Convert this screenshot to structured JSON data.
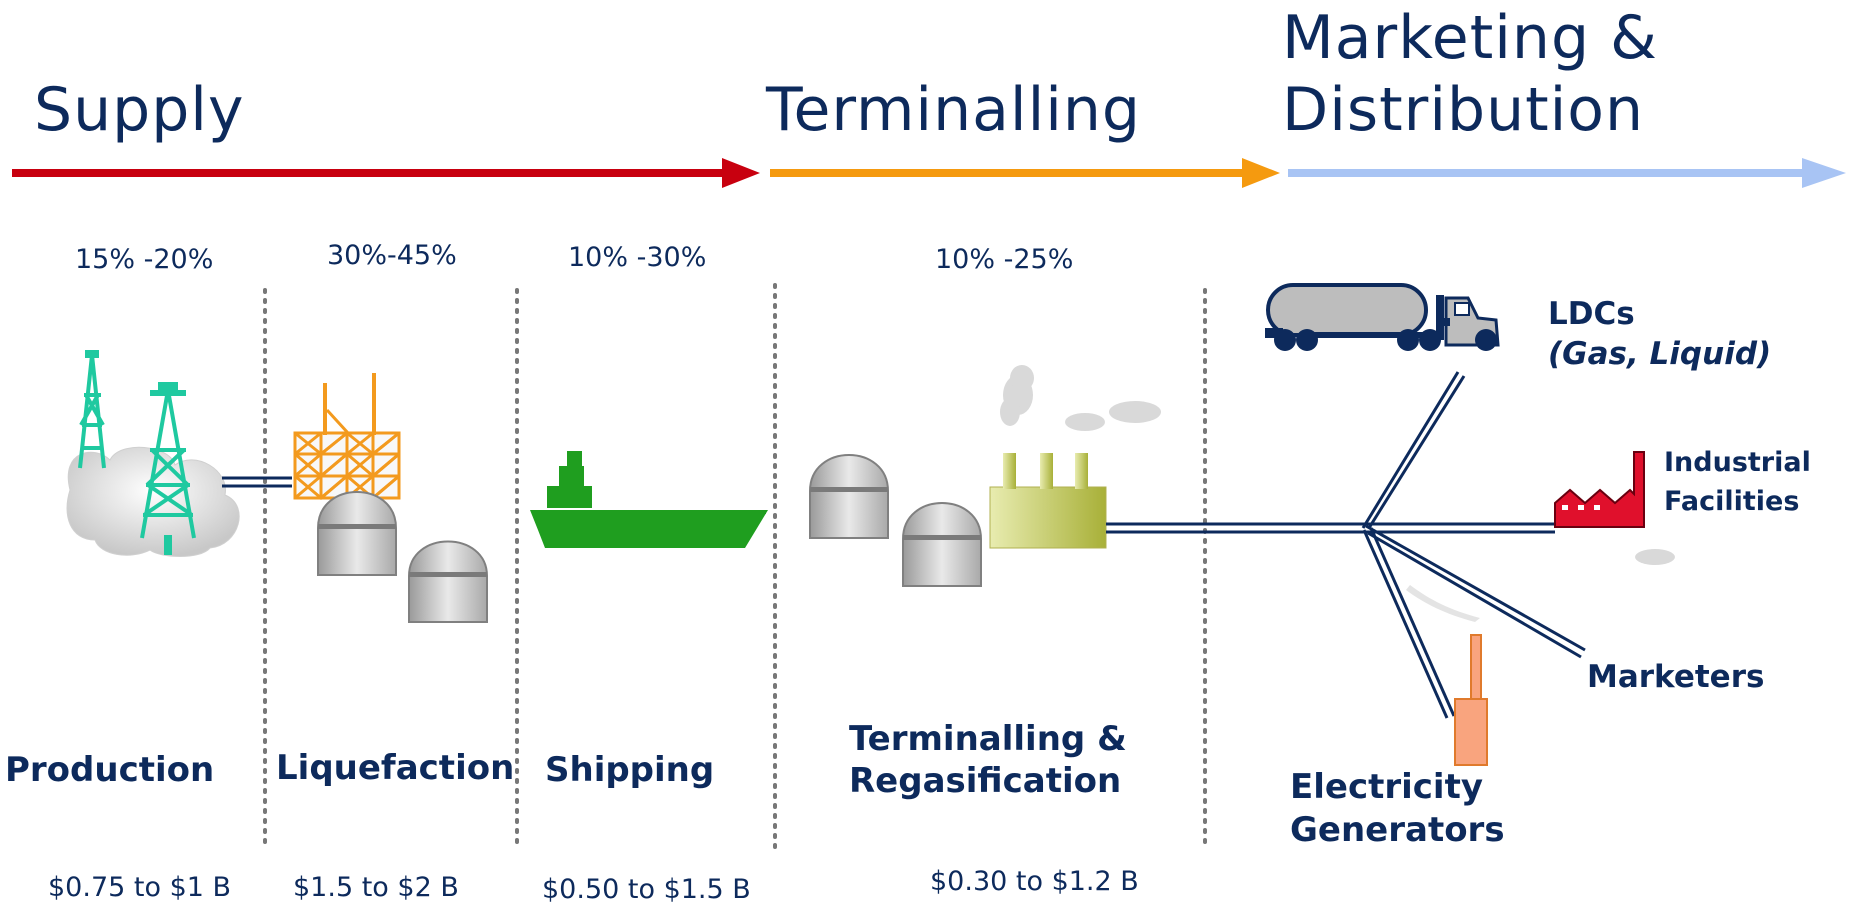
{
  "phases": {
    "supply": "Supply",
    "terminalling": "Terminalling",
    "marketing_line1": "Marketing &",
    "marketing_line2": "Distribution"
  },
  "percentages": {
    "production": "15% -20%",
    "liquefaction": "30%-45%",
    "shipping": "10% -30%",
    "terminalling": "10% -25%"
  },
  "stages": {
    "production": "Production",
    "liquefaction": "Liquefaction",
    "shipping": "Shipping",
    "terminalling_line1": "Terminalling &",
    "terminalling_line2": "Regasification"
  },
  "costs": {
    "production": "$0.75 to $1 B",
    "liquefaction": "$1.5 to $2 B",
    "shipping": "$0.50 to $1.5 B",
    "terminalling": "$0.30 to $1.2 B"
  },
  "markets": {
    "ldcs": "LDCs",
    "ldcs_sub": "(Gas, Liquid)",
    "industrial_line1": "Industrial",
    "industrial_line2": "Facilities",
    "marketers": "Marketers",
    "electricity_line1": "Electricity",
    "electricity_line2": "Generators"
  },
  "colors": {
    "text": "#0d2a5c",
    "supply_arrow": "#c8000f",
    "terminalling_arrow": "#f59a0f",
    "marketing_arrow": "#a8c4f4",
    "rig": "#1fc9a0",
    "liquefaction": "#f39a1e",
    "ship": "#1f9e1f",
    "factory": "#e0102c",
    "power_plant": "#f9a47e"
  }
}
